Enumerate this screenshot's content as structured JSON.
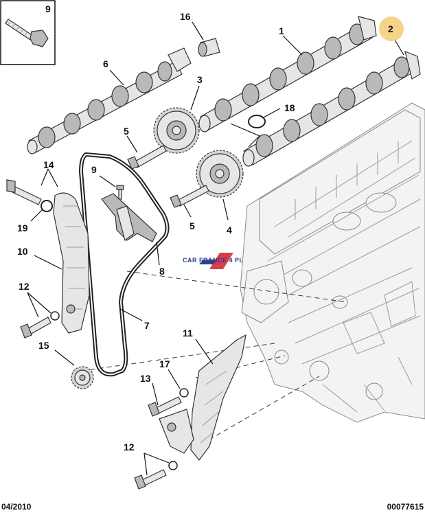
{
  "diagram": {
    "footer_left": "04/2010",
    "footer_right": "00077615",
    "highlight_color": "#f6d28a",
    "watermark": "CAR FRANCE 4 PL",
    "watermark_colors": {
      "blue": "#2a3f8f",
      "red": "#d01c2a"
    },
    "callouts": {
      "c1": "1",
      "c2": "2",
      "c3": "3",
      "c4": "4",
      "c5a": "5",
      "c5b": "5",
      "c6": "6",
      "c7": "7",
      "c8": "8",
      "c9box": "9",
      "c9": "9",
      "c10": "10",
      "c11": "11",
      "c12a": "12",
      "c12b": "12",
      "c13": "13",
      "c14": "14",
      "c15": "15",
      "c16": "16",
      "c17": "17",
      "c18": "18",
      "c19": "19"
    }
  }
}
